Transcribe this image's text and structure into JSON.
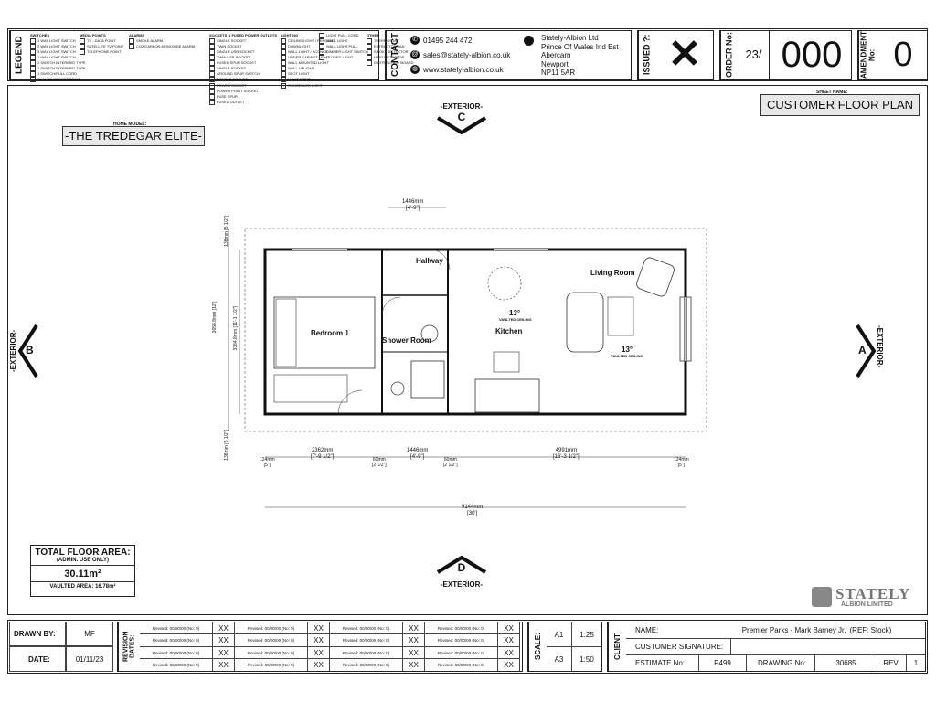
{
  "legend": {
    "title": "LEGEND",
    "columns": [
      {
        "heading": "SWITCHES",
        "items": [
          "1 WAY LIGHT SWITCH",
          "2 WAY LIGHT SWITCH",
          "3 WAY LIGHT SWITCH",
          "1 WAY LIGHT SWITCH",
          "2 SWITCH INTERMED TYPE",
          "1 SWITCH INTERMED TYPE",
          "1 SWITCH/PULL CORD",
          "SHAVER SOCKET POINT"
        ]
      },
      {
        "heading": "MEDIA POINTS",
        "items": [
          "TV - DATA POINT",
          "SATELLITE TV POINT",
          "TELEPHONE POINT"
        ]
      },
      {
        "heading": "ALARMS",
        "items": [
          "SMOKE ALARM",
          "CO2/CARBON MONOXIDE ALARM"
        ]
      },
      {
        "heading": "SOCKETS & FUSED POWER OUTLETS",
        "items": [
          "SINGLE SOCKET",
          "TWIN SOCKET",
          "SINGLE USB SOCKET",
          "TWIN USB SOCKET",
          "FUSED SPUR SOCKET",
          "SINGLE SOCKET",
          "GROUND SPUR SWITCH",
          "DOUBLE SOCKET",
          "POWER SOCKET",
          "POWER POINT SOCKET",
          "FUSE SPUR",
          "FUSED OUTLET"
        ]
      },
      {
        "heading": "LIGHTING",
        "items": [
          "CEILING LIGHT / PENDANT",
          "DOWNLIGHT",
          "WALL LIGHT / SCONCE",
          "UNDER CABINET LIGHT",
          "WALL MOUNTED LIGHT",
          "WALL UPLIGHT",
          "SPOT LIGHT",
          "LIGHT STRIP",
          "CONCEALED LIGHT"
        ]
      },
      {
        "heading": "",
        "items": [
          "LIGHT PULL CORD",
          "WALL LIGHT",
          "WALL LIGHT PULL",
          "DIMMER LIGHT SWITCH",
          "CLOSED LIGHT"
        ]
      },
      {
        "heading": "OTHER",
        "items": [
          "THERMOSTAT",
          "EXTRACTOR FAN",
          "SMOKE DETECTOR",
          "HEAT DETECTOR",
          "DISTRIBUTION BOARD"
        ]
      }
    ]
  },
  "contact": {
    "title": "CONTACT",
    "phone": "01495 244 472",
    "email": "sales@stately-albion.co.uk",
    "web": "www.stately-albion.co.uk",
    "address": [
      "Stately-Albion Ltd",
      "Prince Of Wales Ind Est",
      "Abercarn",
      "Newport",
      "NP11 5AR"
    ]
  },
  "issued": {
    "label": "ISSUED ?:",
    "mark": "✕"
  },
  "order": {
    "label": "ORDER No:",
    "prefix": "23/",
    "number": "000"
  },
  "amendment": {
    "label": "AMENDMENT No:",
    "number": "0"
  },
  "sheet_name": {
    "label": "SHEET NAME:",
    "value": "CUSTOMER FLOOR PLAN"
  },
  "home_model": {
    "label": "HOME MODEL:",
    "value": "-THE TREDEGAR ELITE-"
  },
  "exteriors": {
    "a": "A",
    "b": "B",
    "c": "C",
    "d": "D",
    "label": "-EXTERIOR-",
    "label_plain": "EXTERIOR"
  },
  "rooms": {
    "hallway": "Hallway",
    "living": "Living Room",
    "bedroom": "Bedroom 1",
    "shower": "Shower Room",
    "kitchen": "Kitchen",
    "vault1": "13°",
    "vault1_label": "VAULTED CEILING",
    "vault2": "13°",
    "vault2_label": "VAULTED CEILING"
  },
  "dimensions": {
    "top": "1446mm",
    "top_imp": "[4'-9\"]",
    "bottom_total": "9144mm",
    "bottom_total_imp": "[30']",
    "seg1": "2362mm",
    "seg1_imp": "[7'-9 1/2\"]",
    "seg2": "1446mm",
    "seg2_imp": "[4'-9\"]",
    "seg3": "4991mm",
    "seg3_imp": "[16'-3 1/2\"]",
    "end_l": "124mm",
    "end_l_imp": "[5\"]",
    "end_r": "124mm",
    "end_r_imp": "[5\"]",
    "gap1": "60mm",
    "gap1_imp": "[2 1/2\"]",
    "gap2": "60mm",
    "gap2_imp": "[2 1/2\"]",
    "left_total": "3658.8mm",
    "left_total_imp": "[12']",
    "left_inner": "3384.8mm",
    "left_inner_imp": "[11'-1 1/2\"]",
    "left_top": "138mm",
    "left_top_imp": "[5 1/2\"]",
    "left_bottom": "138mm",
    "left_bottom_imp": "[5 1/2\"]"
  },
  "floor_area": {
    "title": "TOTAL FLOOR AREA:",
    "subtitle": "(ADMIN. USE ONLY)",
    "value": "30.11m²",
    "vaulted_label": "VAULTED AREA:",
    "vaulted_value": "16.78m²"
  },
  "brand": {
    "name": "STATELY",
    "sub": "ALBION LIMITED"
  },
  "title_block": {
    "drawn_by_label": "DRAWN BY:",
    "drawn_by": "MF",
    "date_label": "DATE:",
    "date": "01/11/23",
    "revision_label": "REVISION DATES:",
    "revisions": [
      [
        "Revised: 00/00/00  (No: 0)",
        "XX",
        "Revised: 00/00/00  (No: 0)",
        "XX",
        "Revised: 00/00/00  (No: 0)",
        "XX",
        "Revised: 00/00/00  (No: 0)",
        "XX"
      ],
      [
        "Revised: 00/00/00  (No: 0)",
        "XX",
        "Revised: 00/00/00  (No: 0)",
        "XX",
        "Revised: 00/00/00  (No: 0)",
        "XX",
        "Revised: 00/00/00  (No: 0)",
        "XX"
      ],
      [
        "Revised: 00/00/00  (No: 0)",
        "XX",
        "Revised: 00/00/00  (No: 0)",
        "XX",
        "Revised: 00/00/00  (No: 0)",
        "XX",
        "Revised: 00/00/00  (No: 0)",
        "XX"
      ],
      [
        "Revised: 00/00/00  (No: 0)",
        "XX",
        "Revised: 00/00/00  (No: 0)",
        "XX",
        "Revised: 00/00/00  (No: 0)",
        "XX",
        "Revised: 00/00/00  (No: 0)",
        "XX"
      ]
    ],
    "scale_label": "SCALE:",
    "scale": [
      [
        "A1",
        "1:25"
      ],
      [
        "A3",
        "1:50"
      ]
    ],
    "client_label": "CLIENT",
    "name_label": "NAME:",
    "name": "Premier Parks - Mark Barney Jr.",
    "ref": "(REF: Stock)",
    "signature_label": "CUSTOMER SIGNATURE:",
    "estimate_label": "ESTIMATE No:",
    "estimate": "P499",
    "drawing_label": "DRAWING No:",
    "drawing": "30685",
    "rev_label": "REV:",
    "rev": "1"
  }
}
